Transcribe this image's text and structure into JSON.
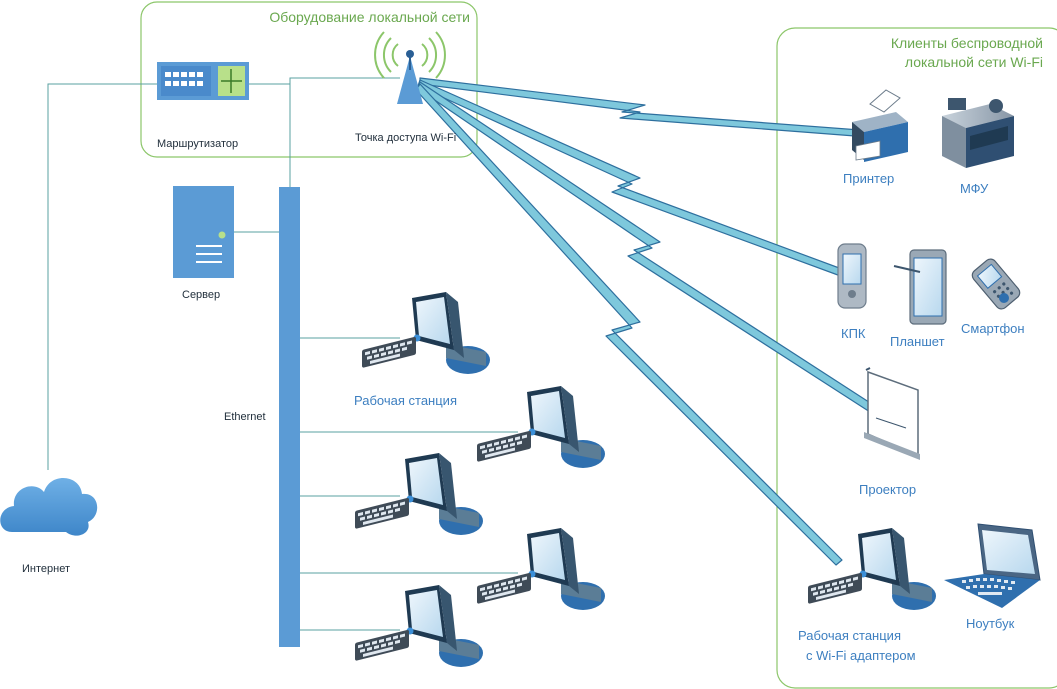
{
  "groups": {
    "lan_equipment_title": "Оборудование локальной сети",
    "wifi_clients_title_line1": "Клиенты беспроводной",
    "wifi_clients_title_line2": "локальной сети Wi-Fi"
  },
  "labels": {
    "router": "Маршрутизатор",
    "access_point": "Точка доступа Wi-Fi",
    "server": "Сервер",
    "ethernet": "Ethernet",
    "internet": "Интернет",
    "workstation": "Рабочая станция",
    "printer": "Принтер",
    "mfu": "МФУ",
    "pda": "КПК",
    "tablet": "Планшет",
    "smartphone": "Смартфон",
    "projector": "Проектор",
    "wifi_workstation_line1": "Рабочая станция",
    "wifi_workstation_line2": "с Wi-Fi адаптером",
    "laptop": "Ноутбук"
  },
  "colors": {
    "group_border": "#8cc66a",
    "group_title": "#6aa84f",
    "device_blue": "#5b9bd5",
    "device_label": "#3d7fc0",
    "wire": "#5aa0a0",
    "wireless_fill": "#7ec8dc",
    "wireless_stroke": "#2e6f9e"
  }
}
